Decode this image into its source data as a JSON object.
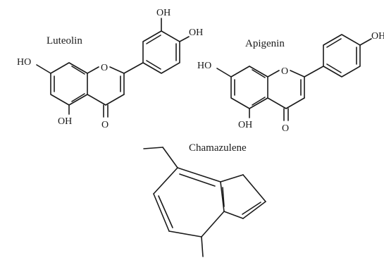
{
  "molecules": {
    "luteolin": {
      "name": "Luteolin",
      "substituents": {
        "oh_3p": "OH",
        "oh_4p": "OH",
        "oh_7": "HO",
        "oh_5": "OH",
        "ring_o": "O",
        "carbonyl_o": "O"
      }
    },
    "apigenin": {
      "name": "Apigenin",
      "substituents": {
        "oh_4p": "OH",
        "oh_7": "HO",
        "oh_5": "OH",
        "ring_o": "O",
        "carbonyl_o": "O"
      }
    },
    "chamazulene": {
      "name": "Chamazulene"
    }
  }
}
